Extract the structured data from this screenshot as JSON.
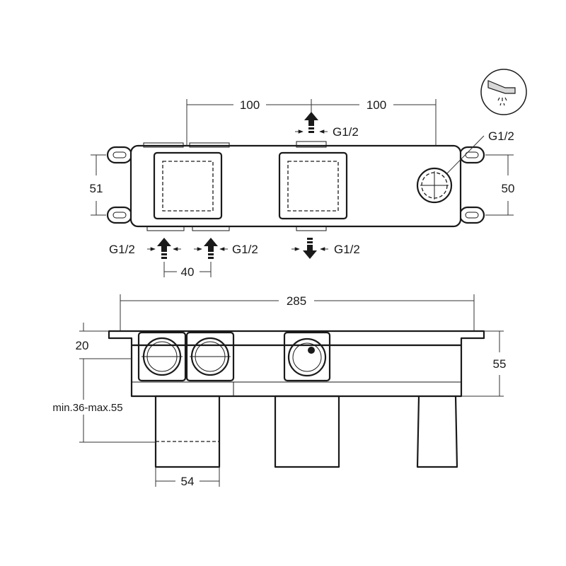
{
  "top_view": {
    "dim_left_spacing": "100",
    "dim_right_spacing": "100",
    "dim_height_left": "51",
    "dim_height_right": "50",
    "dim_inlet_spacing": "40",
    "thread_top_outlet": "G1/2",
    "thread_side_outlet": "G1/2",
    "thread_inlet_left": "G1/2",
    "thread_inlet_right": "G1/2",
    "thread_bottom_outlet": "G1/2"
  },
  "front_view": {
    "dim_total_width": "285",
    "dim_flange": "20",
    "dim_depth": "55",
    "dim_install_range": "min.36-max.55",
    "dim_cartridge_width": "54"
  },
  "icons": {
    "arrow": "arrow-icon",
    "spout": "spout-icon"
  },
  "colors": {
    "line": "#1a1a1a",
    "background": "#ffffff"
  }
}
